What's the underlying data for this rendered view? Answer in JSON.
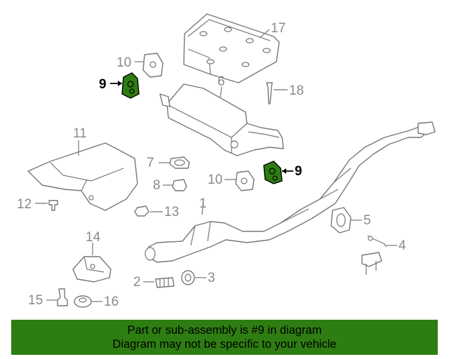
{
  "diagram": {
    "callouts": {
      "c1": "1",
      "c2": "2",
      "c3": "3",
      "c4": "4",
      "c5": "5",
      "c6": "6",
      "c7": "7",
      "c8": "8",
      "c9a": "9",
      "c9b": "9",
      "c10a": "10",
      "c10b": "10",
      "c11": "11",
      "c12": "12",
      "c13": "13",
      "c14": "14",
      "c15": "15",
      "c16": "16",
      "c17": "17",
      "c18": "18"
    },
    "highlight_color": "#2e7d12",
    "highlighted_part": "9"
  },
  "banner": {
    "line1": "Part or sub-assembly is #9 in diagram",
    "line2": "Diagram may not be specific to your vehicle",
    "background": "#2e7d12"
  }
}
